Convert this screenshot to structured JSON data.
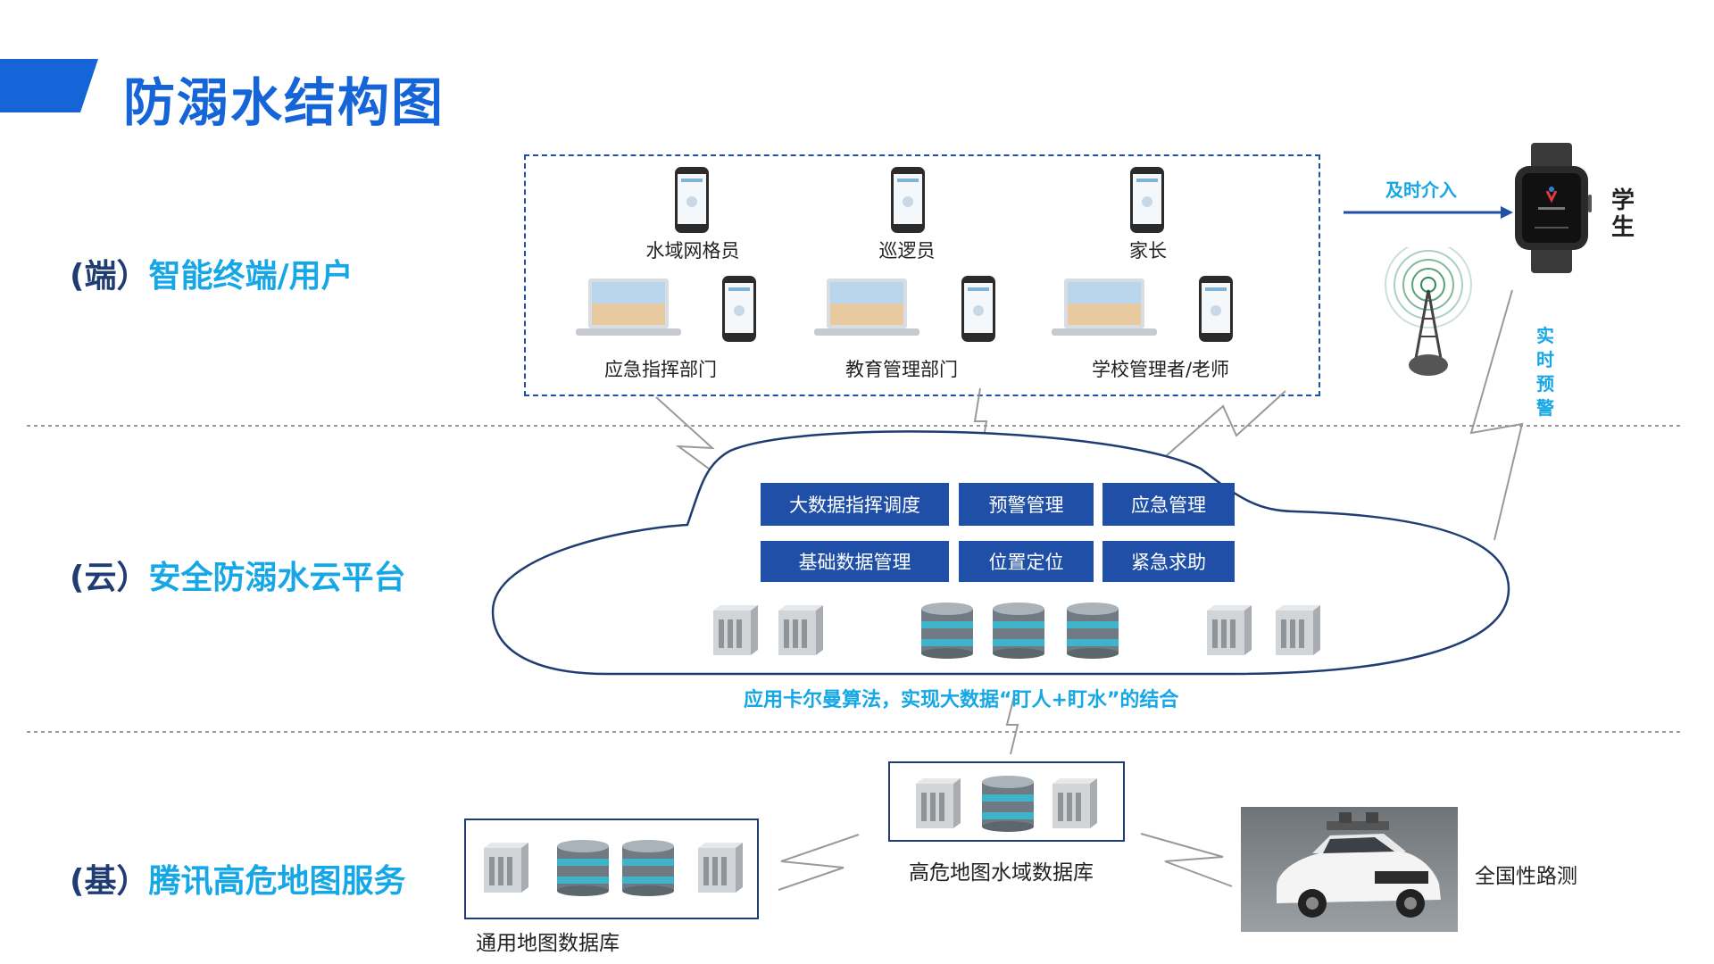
{
  "title": "防溺水结构图",
  "colors": {
    "accent": "#1565d8",
    "cyan": "#16a7e6",
    "module_bg": "#1f4fa6",
    "navy": "#1f3c73"
  },
  "layers": {
    "terminal": {
      "paren": "(端）",
      "text": "智能终端/用户"
    },
    "cloud": {
      "paren": "(云）",
      "text": "安全防溺水云平台"
    },
    "base": {
      "paren": "(基）",
      "text": "腾讯高危地图服务"
    }
  },
  "terminal": {
    "row1": [
      "水域网格员",
      "巡逻员",
      "家长"
    ],
    "row2": [
      "应急指挥部门",
      "教育管理部门",
      "学校管理者/老师"
    ]
  },
  "student": {
    "label_1": "学",
    "label_2": "生",
    "arrow_label": "及时介入",
    "watch_icon": "smartwatch-icon"
  },
  "realtime_alert": [
    "实",
    "时",
    "预",
    "警"
  ],
  "cloud": {
    "modules": [
      "大数据指挥调度",
      "预警管理",
      "应急管理",
      "基础数据管理",
      "位置定位",
      "紧急求助"
    ],
    "note": "应用卡尔曼算法，实现大数据“盯人+盯水”的结合"
  },
  "base": {
    "high_risk_db": "高危地图水域数据库",
    "general_db": "通用地图数据库",
    "road_test": "全国性路测"
  }
}
